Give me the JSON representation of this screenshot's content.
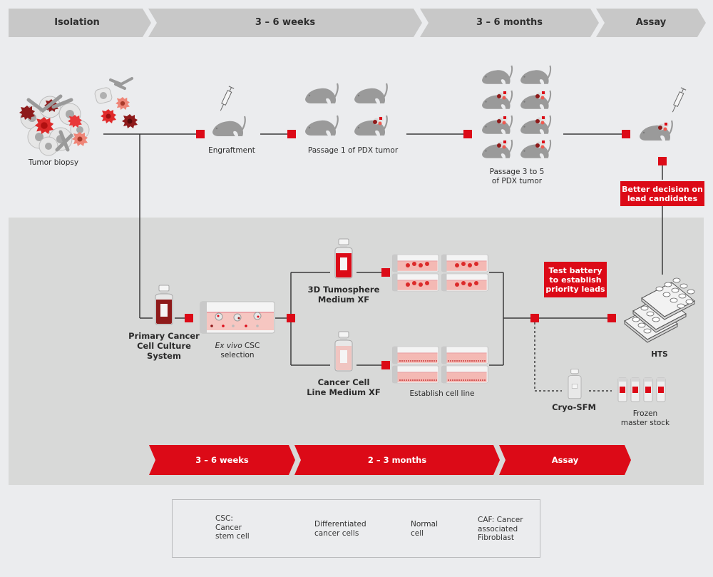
{
  "top_timeline": [
    {
      "label": "Isolation"
    },
    {
      "label": "3 – 6 weeks"
    },
    {
      "label": "3 – 6 months"
    },
    {
      "label": "Assay"
    }
  ],
  "bottom_timeline": [
    {
      "label": "3 – 6 weeks"
    },
    {
      "label": "2 – 3 months"
    },
    {
      "label": "Assay"
    }
  ],
  "in_vivo_steps": {
    "tumor_biopsy": "Tumor biopsy",
    "engraftment": "Engraftment",
    "passage_1": "Passage 1 of PDX tumor",
    "passage_3_5_line1": "Passage 3 to 5",
    "passage_3_5_line2": "of PDX tumor"
  },
  "decision_box": {
    "line1": "Better decision on",
    "line2": "lead candidates"
  },
  "in_vitro_steps": {
    "primary_culture_line1": "Primary Cancer",
    "primary_culture_line2": "Cell Culture",
    "primary_culture_line3": "System",
    "ex_vivo_italic": "Ex vivo",
    "ex_vivo_rest": " CSC",
    "ex_vivo_line2": "selection",
    "tumosphere_line1": "3D Tumosphere",
    "tumosphere_line2": "Medium XF",
    "cell_line_medium_line1": "Cancer Cell",
    "cell_line_medium_line2": "Line Medium XF",
    "establish_cell_line": "Establish cell line",
    "hts": "HTS",
    "cryo": "Cryo-SFM",
    "frozen_line1": "Frozen",
    "frozen_line2": "master stock"
  },
  "test_battery_box": {
    "line1": "Test battery",
    "line2": "to establish",
    "line3": "priority leads"
  },
  "legend": {
    "csc": [
      "CSC:",
      "Cancer",
      "stem cell"
    ],
    "differentiated": [
      "Differentiated",
      "cancer cells"
    ],
    "normal": [
      "Normal",
      "cell"
    ],
    "caf": [
      "CAF: Cancer",
      "associated",
      "Fibroblast"
    ]
  },
  "colors": {
    "accent_red": "#dc0a17",
    "dark_red": "#8e1a1a",
    "light_red": "#ef8577",
    "chevron_gray": "#c8c8c8",
    "panel_gray": "#d8d9d8",
    "background": "#ebecee",
    "line": "#3a3a3a",
    "mouse_gray": "#9a9a9a"
  }
}
